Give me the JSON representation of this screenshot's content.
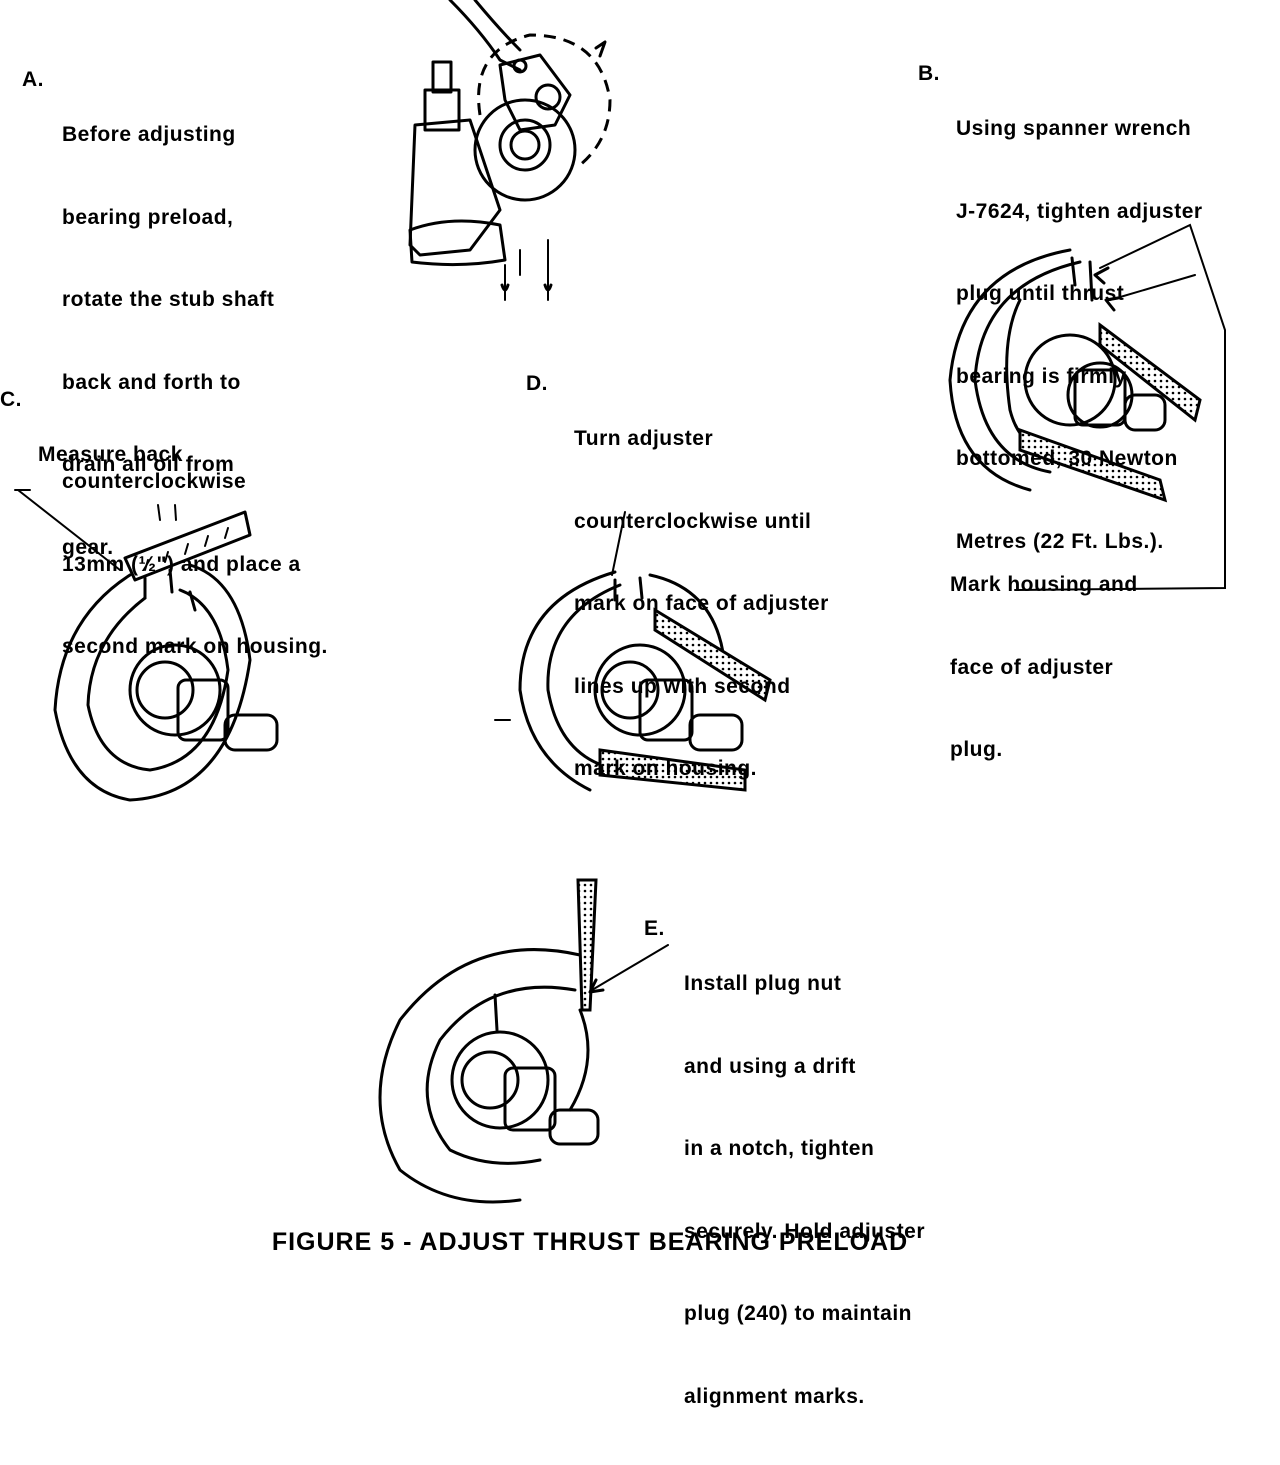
{
  "figure_title": "FIGURE 5 - ADJUST THRUST BEARING PRELOAD",
  "steps": {
    "a": {
      "letter": "A.",
      "lines": [
        "Before adjusting",
        "bearing preload,",
        "rotate the stub shaft",
        "back and forth to",
        "drain all oil from",
        "gear."
      ]
    },
    "b": {
      "letter": "B.",
      "lines": [
        "Using spanner wrench",
        "J-7624, tighten adjuster",
        "plug until thrust",
        "bearing is firmly",
        "bottomed, 30 Newton",
        "Metres (22 Ft. Lbs.)."
      ]
    },
    "b_callout": {
      "lines": [
        "Mark housing and",
        "face of adjuster",
        "plug."
      ]
    },
    "c": {
      "letter": "C.",
      "lines": [
        "Measure back",
        "counterclockwise",
        "13mm (½\") and place a",
        "second mark on housing."
      ]
    },
    "d": {
      "letter": "D.",
      "lines": [
        "Turn adjuster",
        "counterclockwise until",
        "mark on face of adjuster",
        "lines up with second",
        "mark on housing."
      ]
    },
    "e": {
      "letter": "E.",
      "lines": [
        "Install plug nut",
        "and using a drift",
        "in a notch, tighten",
        "securely. Hold adjuster",
        "plug (240) to maintain",
        "alignment marks."
      ]
    }
  }
}
